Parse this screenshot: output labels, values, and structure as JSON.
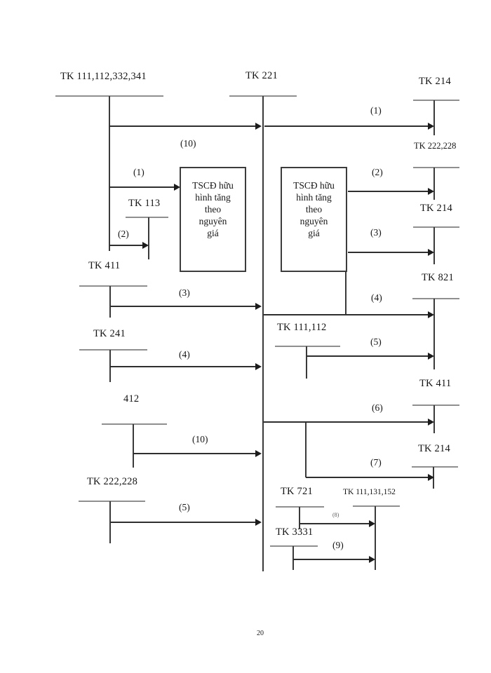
{
  "page": {
    "number": "20"
  },
  "diagram": {
    "accounts": {
      "tk_111_112_332_341": "TK 111,112,332,341",
      "tk_221": "TK 221",
      "tk_113": "TK 113",
      "tk_411_left": "TK 411",
      "tk_241": "TK 241",
      "tk_412": "412",
      "tk_222_228_left": "TK 222,228",
      "tk_111_112_mid": "TK 111,112",
      "tk_214_top": "TK 214",
      "tk_222_228_right": "TK 222,228",
      "tk_214_mid": "TK 214",
      "tk_821": "TK 821",
      "tk_411_right": "TK 411",
      "tk_214_bottom": "TK 214",
      "tk_721": "TK 721",
      "tk_111_131_152": "TK 111,131,152",
      "tk_3331": "TK 3331"
    },
    "flows": {
      "f10_top": "(10)",
      "f1_left": "(1)",
      "f2_left": "(2)",
      "f3_left": "(3)",
      "f4_left": "(4)",
      "f10_bottom_left": "(10)",
      "f5_left": "(5)",
      "f1_right": "(1)",
      "f2_right": "(2)",
      "f3_right": "(3)",
      "f4_right": "(4)",
      "f5_right": "(5)",
      "f6_right": "(6)",
      "f7_right": "(7)",
      "f8_right": "(8)",
      "f9_right": "(9)"
    },
    "boxes": {
      "left": "TSCĐ hữu\nhình tăng\ntheo\nnguyên\ngiá",
      "right": "TSCĐ hữu\nhình tăng\ntheo\nnguyên\ngiá"
    },
    "colors": {
      "arrow_line": "#2e2e2e",
      "account_line": "#8f8f8f",
      "text": "#151515",
      "background": "#ffffff"
    }
  }
}
